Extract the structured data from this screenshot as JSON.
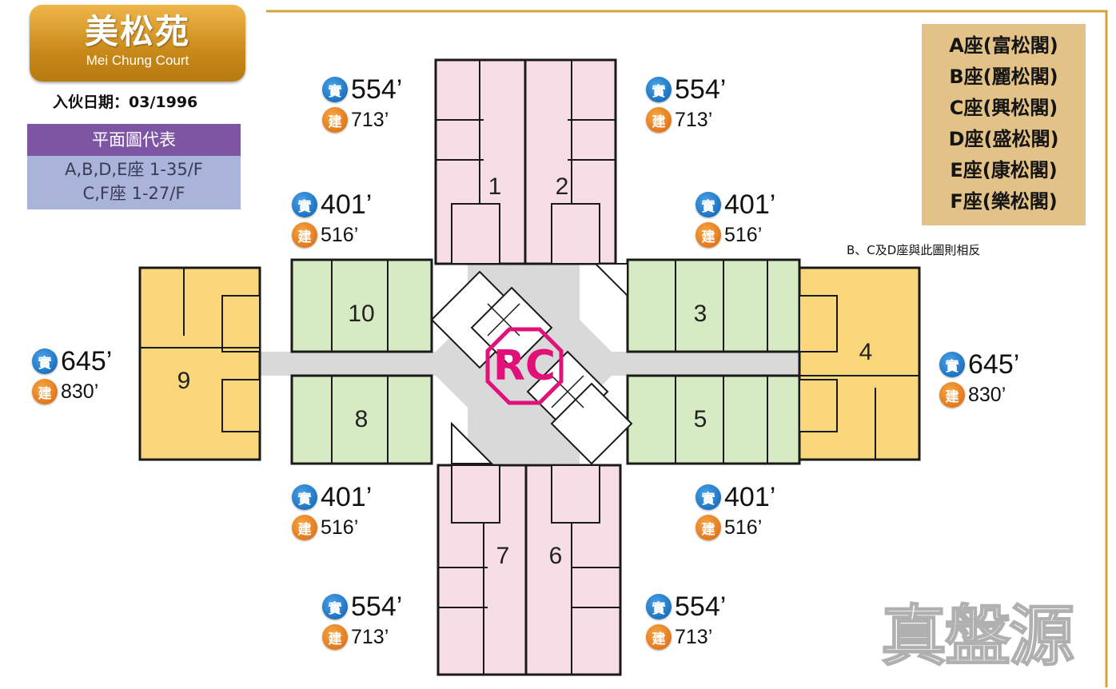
{
  "title": {
    "chinese": "美松苑",
    "english": "Mei Chung Court"
  },
  "occupation_date": "入伙日期：03/1996",
  "floor_plan_representation": {
    "heading": "平面圖代表",
    "lines": [
      "A,B,D,E座 1-35/F",
      "C,F座 1-27/F"
    ]
  },
  "blocks": [
    "A座(富松閣)",
    "B座(麗松閣)",
    "C座(興松閣)",
    "D座(盛松閣)",
    "E座(康松閣)",
    "F座(樂松閣)"
  ],
  "mirror_note": "B、C及D座與此圖則相反",
  "area_badges": {
    "saleable": "實",
    "gross": "建"
  },
  "units": [
    {
      "no": "1",
      "saleable": "554’",
      "gross": "713’"
    },
    {
      "no": "2",
      "saleable": "554’",
      "gross": "713’"
    },
    {
      "no": "3",
      "saleable": "401’",
      "gross": "516’"
    },
    {
      "no": "4",
      "saleable": "645’",
      "gross": "830’"
    },
    {
      "no": "5",
      "saleable": "401’",
      "gross": "516’"
    },
    {
      "no": "6",
      "saleable": "554’",
      "gross": "713’"
    },
    {
      "no": "7",
      "saleable": "554’",
      "gross": "713’"
    },
    {
      "no": "8",
      "saleable": "401’",
      "gross": "516’"
    },
    {
      "no": "9",
      "saleable": "645’",
      "gross": "830’"
    },
    {
      "no": "10",
      "saleable": "401’",
      "gross": "516’"
    }
  ],
  "colors": {
    "unit_pink": "#f7dde6",
    "unit_green": "#d6ebc3",
    "unit_yellow": "#f9d77a",
    "corridor": "#d9d9d9",
    "wall": "#1a1a1a",
    "frame_gold": "#d2a33a",
    "logo_magenta": "#e0127a"
  },
  "logo": {
    "letters": "RC"
  },
  "watermark": "真盤源"
}
